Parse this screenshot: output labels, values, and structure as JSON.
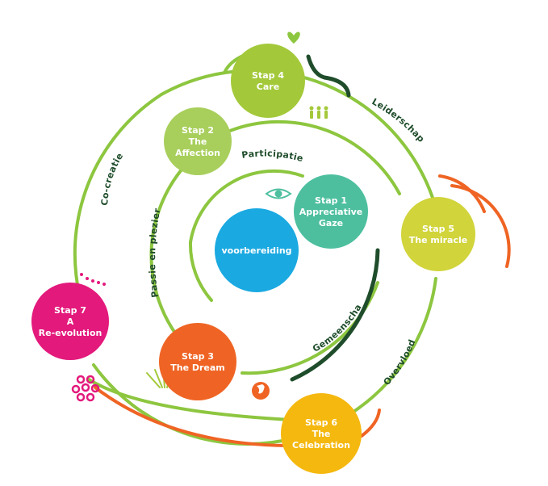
{
  "center": {
    "label": "voorbereiding",
    "color": "#1aa9e1"
  },
  "steps": [
    {
      "id": "stap-4",
      "lines": [
        "Stap 4",
        "Care"
      ],
      "color": "#a3c93a"
    },
    {
      "id": "stap-2",
      "lines": [
        "Stap 2",
        "The",
        "Affection"
      ],
      "color": "#a8cf5c"
    },
    {
      "id": "stap-1",
      "lines": [
        "Stap 1",
        "Appreciative",
        "Gaze"
      ],
      "color": "#4dbf9f"
    },
    {
      "id": "stap-5",
      "lines": [
        "Stap 5",
        "The miracle"
      ],
      "color": "#d1d43a"
    },
    {
      "id": "stap-7",
      "lines": [
        "Stap 7",
        "A",
        "Re-evolution"
      ],
      "color": "#e3197c"
    },
    {
      "id": "stap-3",
      "lines": [
        "Stap 3",
        "The Dream"
      ],
      "color": "#ef6424"
    },
    {
      "id": "stap-6",
      "lines": [
        "Stap 6",
        "The",
        "Celebration"
      ],
      "color": "#f5b80f"
    }
  ],
  "arc_labels": {
    "participatie": "Participatie",
    "leiderschap": "Leiderschap",
    "co_creatie": "Co-creatie",
    "passie": "Passie en plezier",
    "gemeenschap": "Gemeenschap",
    "overvloed": "Overvloed"
  },
  "colors": {
    "ring_green": "#8dc63f",
    "dark_green": "#1f4d2b",
    "orange_accent": "#ef6424",
    "pink_accent": "#e3197c"
  }
}
